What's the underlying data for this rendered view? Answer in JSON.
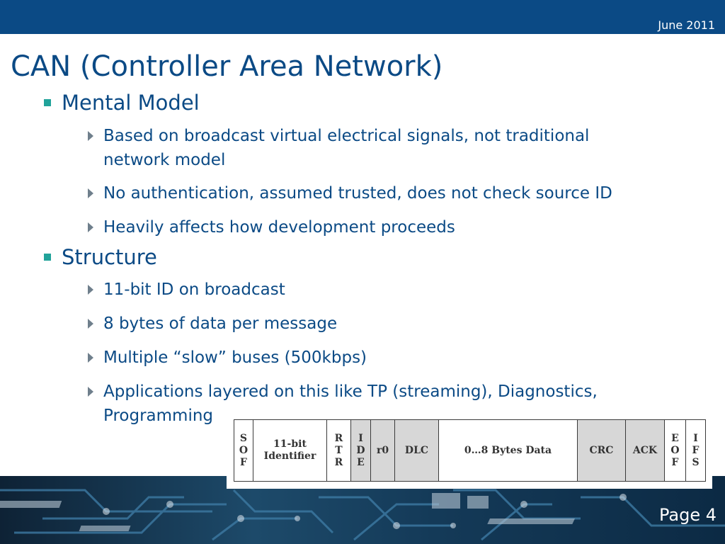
{
  "header": {
    "date": "June 2011"
  },
  "title": "CAN (Controller Area Network)",
  "sections": [
    {
      "heading": "Mental Model",
      "items": [
        "Based on broadcast virtual electrical signals, not traditional network model",
        "No authentication, assumed trusted, does not check source ID",
        "Heavily affects how development proceeds"
      ]
    },
    {
      "heading": "Structure",
      "items": [
        "11-bit ID on broadcast",
        "8 bytes of data per message",
        "Multiple “slow” buses (500kbps)",
        "Applications layered on this like TP (streaming), Diagnostics, Programming"
      ]
    }
  ],
  "can_frame": {
    "fields": [
      {
        "label": "S\nO\nF",
        "shaded": false
      },
      {
        "label": "11-bit\nIdentifier",
        "shaded": false
      },
      {
        "label": "R\nT\nR",
        "shaded": false
      },
      {
        "label": "I\nD\nE",
        "shaded": true
      },
      {
        "label": "r0",
        "shaded": true
      },
      {
        "label": "DLC",
        "shaded": true
      },
      {
        "label": "0…8 Bytes Data",
        "shaded": false
      },
      {
        "label": "CRC",
        "shaded": true
      },
      {
        "label": "ACK",
        "shaded": true
      },
      {
        "label": "E\nO\nF",
        "shaded": false
      },
      {
        "label": "I\nF\nS",
        "shaded": false
      }
    ]
  },
  "footer": {
    "page": "Page 4"
  },
  "colors": {
    "brand_blue": "#0b4a85",
    "bullet_teal": "#21a39a",
    "frame_gray": "#d7d7d7"
  }
}
